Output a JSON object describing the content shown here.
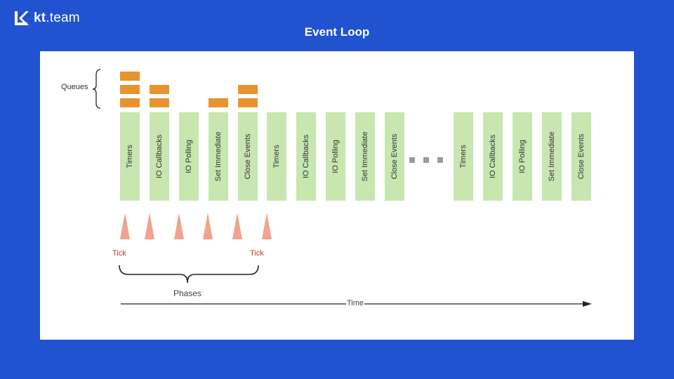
{
  "brand": {
    "logo_bold": "kt",
    "logo_rest": ".team",
    "logo_icon": "kt-logo-icon"
  },
  "slide": {
    "title": "Event Loop"
  },
  "diagram": {
    "queues_label": "Queues",
    "phases": [
      "Timers",
      "IO Callbacks",
      "IO Polling",
      "Set Immediate",
      "Close Events",
      "Timers",
      "IO Callbacks",
      "IO Polling",
      "Set Immediate",
      "Close Events",
      "Timers",
      "IO Callbacks",
      "IO Polling",
      "Set Immediate",
      "Close Events"
    ],
    "queue_counts": [
      3,
      2,
      0,
      1,
      2
    ],
    "tick_start_label": "Tick",
    "tick_end_label": "Tick",
    "phases_label": "Phases",
    "time_label": "Time",
    "colors": {
      "background": "#2152d0",
      "phase": "#c8e6b0",
      "queue": "#e8942e",
      "tick": "#f2a28e",
      "tick_text": "#c0392b"
    }
  }
}
